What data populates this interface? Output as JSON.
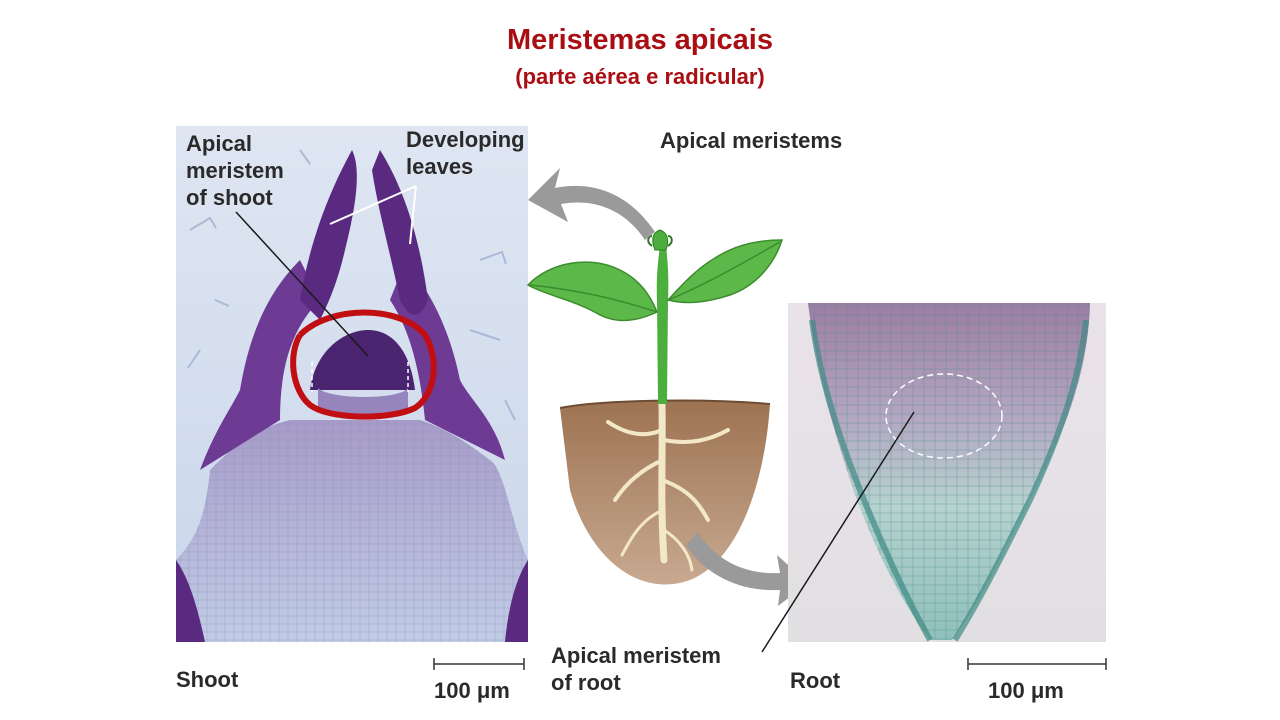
{
  "header": {
    "title": "Meristemas apicais",
    "subtitle": "(parte aérea e radicular)"
  },
  "labels": {
    "apical_meristem_shoot": "Apical\nmeristem\nof shoot",
    "developing_leaves": "Developing\nleaves",
    "apical_meristems": "Apical meristems",
    "shoot": "Shoot",
    "scale_shoot": "100 μm",
    "apical_meristem_root": "Apical meristem\nof root",
    "root": "Root",
    "scale_root": "100 μm"
  },
  "colors": {
    "title": "#a80e12",
    "annotation_circle": "#c10e12",
    "arrow": "#9a9a9a",
    "leaf": "#5cb848",
    "soil": "#a88060"
  }
}
